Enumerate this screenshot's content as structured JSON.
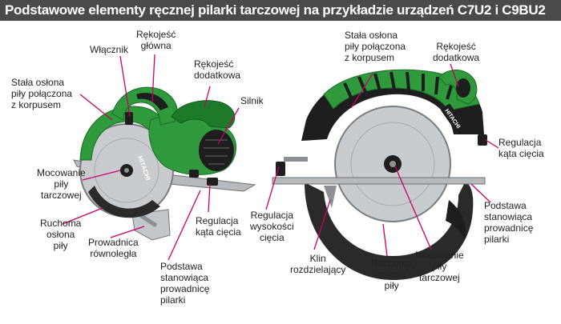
{
  "title": "Podstawowe elementy ręcznej pilarki tarczowej na przykładzie urządzeń C7U2 i C9BU2",
  "brand": "HITACHI",
  "colors": {
    "title_bg": "#4a4a4a",
    "title_text": "#ffffff",
    "leader": "#c8006a",
    "body_green": "#2f9a3c",
    "body_dark": "#1e1e1e",
    "blade": "#c9cccf",
    "metal": "#b7babd"
  },
  "labels": {
    "wlacznik": "Włącznik",
    "rekojesc_glowna": "Rękojeść\ngłówna",
    "rekojesc_dodatkowa_left": "Rękojeść\ndodatkowa",
    "stala_oslona_left": "Stała osłona\npiły połączona\nz korpusem",
    "silnik": "Silnik",
    "mocowanie_left": "Mocowanie\npiły\ntarczowej",
    "ruchoma_oslona_left": "Ruchoma\nosłona\npiły",
    "prowadnica": "Prowadnica\nrównoległa",
    "podstawa_left": "Podstawa\nstanowiąca\nprowadnicę\npilarki",
    "regulacja_kata_left": "Regulacja\nkąta cięcia",
    "stala_oslona_right": "Stała osłona\npiły połączona\nz korpusem",
    "rekojesc_dodatkowa_right": "Rękojeść\ndodatkowa",
    "regulacja_kata_right": "Regulacja\nkąta cięcia",
    "regulacja_wysokosci": "Regulacja\nwysokości\ncięcia",
    "klin": "Klin\nrozdzielający",
    "ruchoma_oslona_right": "Ruchoma\nosłona\npiły",
    "mocowanie_right": "Mocowanie\npiły\ntarczowej",
    "podstawa_right": "Podstawa\nstanowiąca\nprowadnicę\npilarki"
  }
}
